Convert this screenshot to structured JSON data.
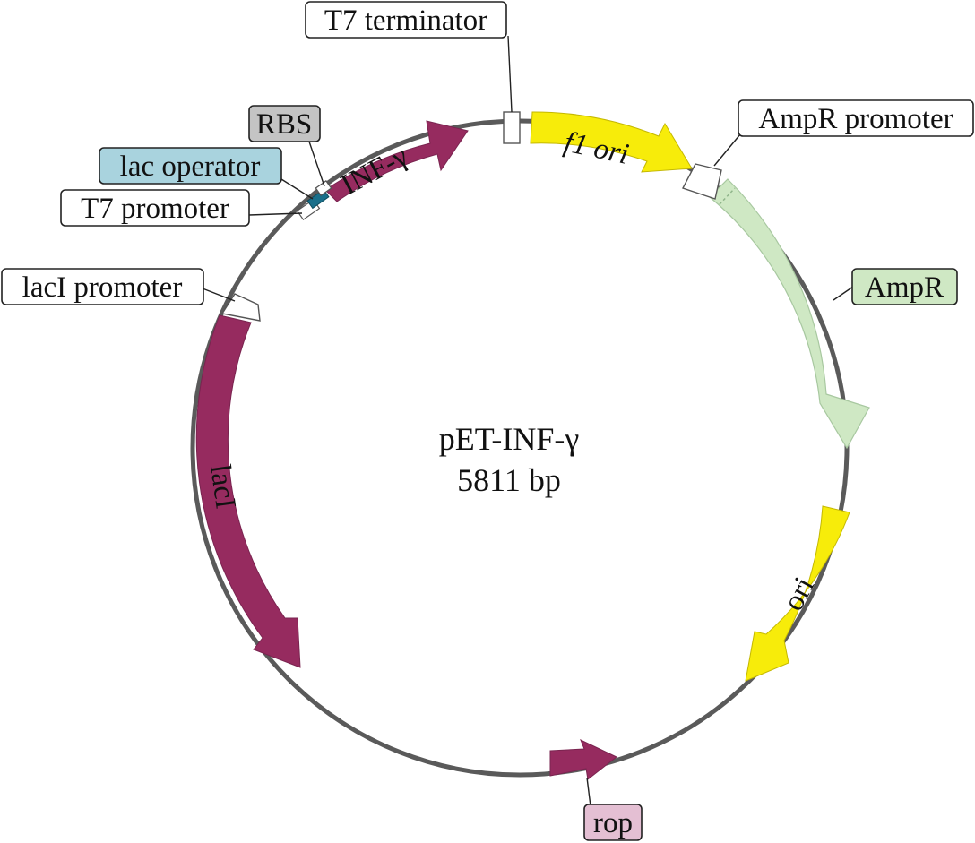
{
  "plasmid": {
    "name": "pET-INF-γ",
    "size": "5811 bp"
  },
  "features": {
    "inf_gamma": {
      "label": "INF-γ",
      "color": "#962b5f"
    },
    "f1_ori": {
      "label": "f1 ori",
      "color": "#f7ec0a"
    },
    "ampr": {
      "label": "AmpR",
      "color": "#cfe8c4"
    },
    "ori": {
      "label": "ori",
      "color": "#f7ec0a"
    },
    "rop": {
      "label": "rop",
      "color": "#962b5f"
    },
    "lacI": {
      "label": "lacI",
      "color": "#962b5f"
    }
  },
  "callouts": {
    "t7_terminator": {
      "label": "T7 terminator",
      "fill": "#ffffff"
    },
    "ampr_promoter": {
      "label": "AmpR promoter",
      "fill": "#ffffff"
    },
    "ampr": {
      "label": "AmpR",
      "fill": "#cfe8c4"
    },
    "rbs": {
      "label": "RBS",
      "fill": "#c4c4c4"
    },
    "lac_operator": {
      "label": "lac operator",
      "fill": "#a9d3de"
    },
    "t7_promoter": {
      "label": "T7 promoter",
      "fill": "#ffffff"
    },
    "laci_promoter": {
      "label": "lacI promoter",
      "fill": "#ffffff"
    },
    "rop": {
      "label": "rop",
      "fill": "#e4bfd3"
    }
  },
  "colors": {
    "backbone": "#5a5a5a",
    "lac_operator_mark": "#1a6f8a"
  }
}
